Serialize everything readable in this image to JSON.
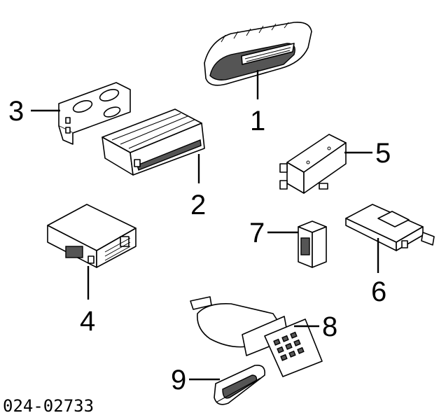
{
  "diagram": {
    "part_code": "024-02733",
    "callouts": [
      "1",
      "2",
      "3",
      "4",
      "5",
      "6",
      "7",
      "8",
      "9"
    ]
  }
}
